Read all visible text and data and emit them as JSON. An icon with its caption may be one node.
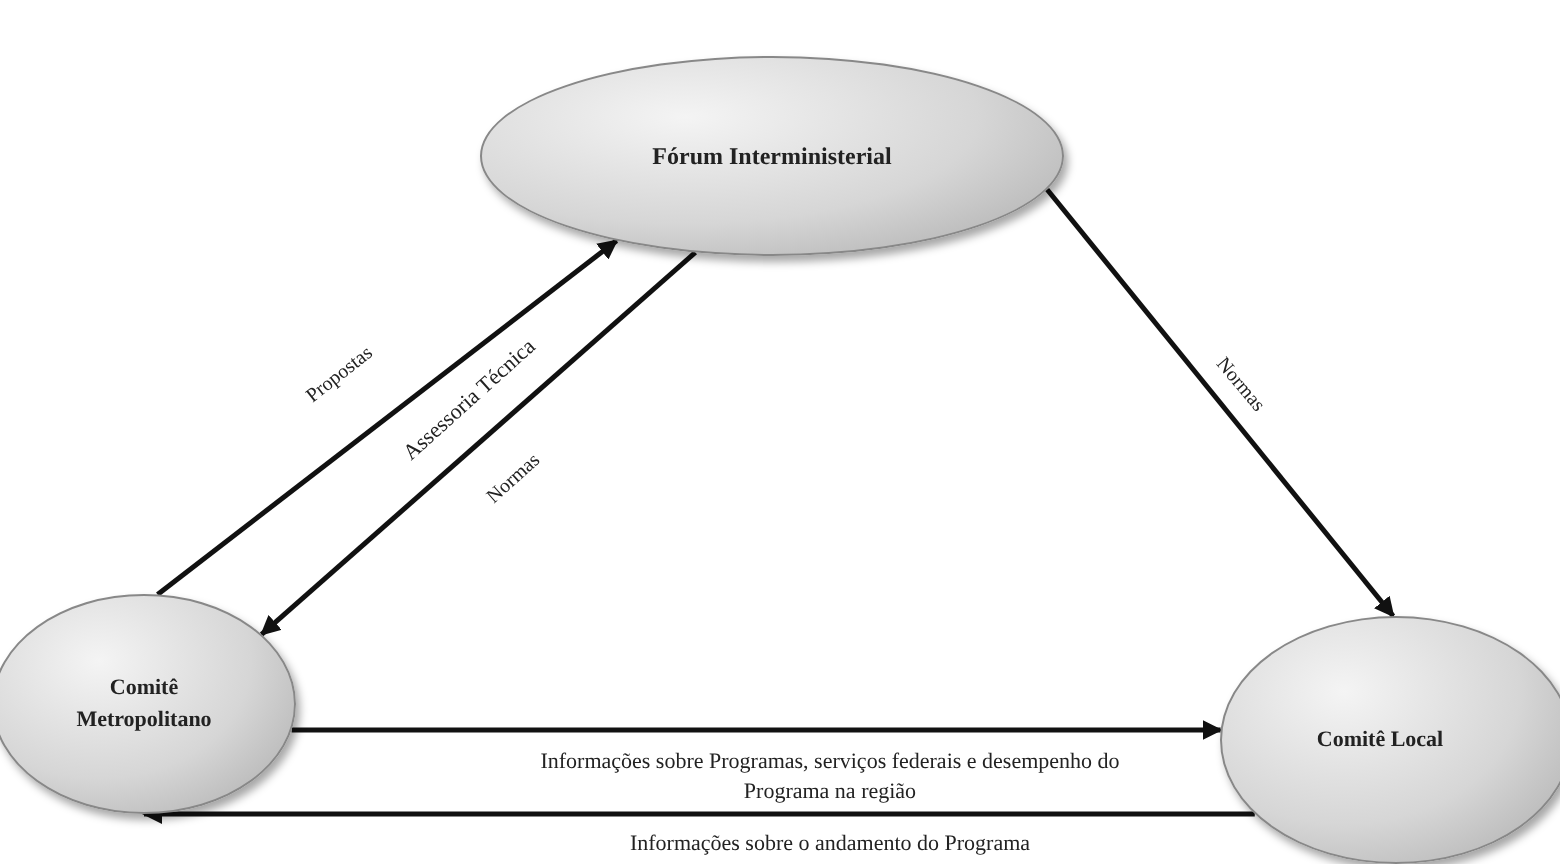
{
  "diagram": {
    "nodes": [
      {
        "text": [
          "Fórum Interministerial"
        ]
      },
      {
        "text": [
          "Comitê Metropolitano"
        ]
      },
      {
        "text": [
          "Comitê Local"
        ]
      }
    ],
    "edges": [
      {
        "from": 1,
        "to": 0,
        "arrow": "to",
        "label": "Propostas"
      },
      {
        "from": 0,
        "to": 1,
        "arrow": "to",
        "label": "Assessoria Técnica"
      },
      {
        "from": 0,
        "to": 2,
        "arrow": "to",
        "label": "Normas"
      },
      {
        "from": 1,
        "to": 2,
        "arrow": "to",
        "label": "Informações sobre Programas, serviços federais e desempenho do Programa na região"
      },
      {
        "from": 2,
        "to": 1,
        "arrow": "to",
        "label": "Informações sobre o andamento do Programa"
      }
    ],
    "labels": [
      "Normas"
    ]
  }
}
